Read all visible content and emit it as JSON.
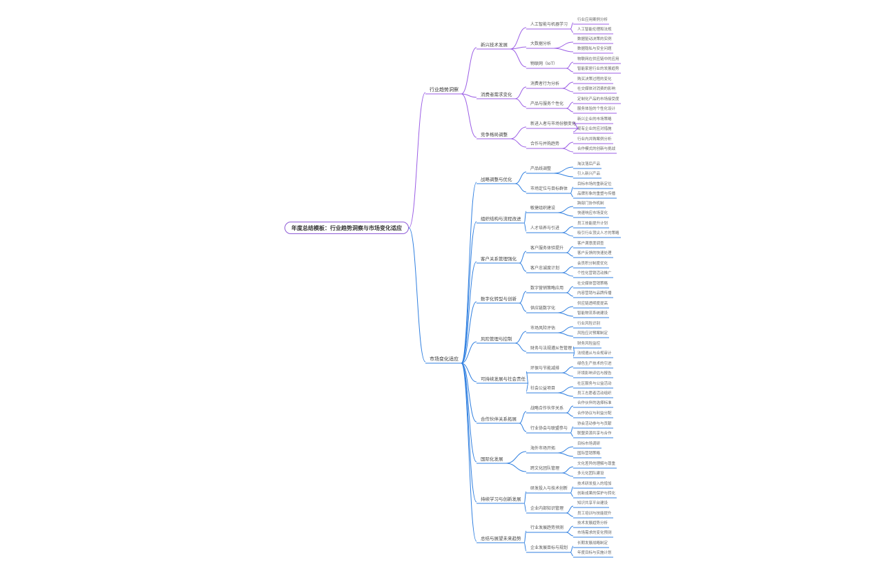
{
  "root": "年度总结模板：行业趋势洞察与市场变化适应",
  "colors": {
    "purple": "#9b5de5",
    "blue": "#2f7fe0"
  },
  "branches": [
    {
      "label": "行业趋势洞察",
      "color": "purple",
      "children": [
        {
          "label": "新兴技术发展",
          "children": [
            {
              "label": "人工智能与机器学习",
              "children": [
                "行业应用案例分析",
                "人工智能伦理和法规"
              ]
            },
            {
              "label": "大数据分析",
              "children": [
                "数据驱动决策的实例",
                "数据隐私与安全问题"
              ]
            },
            {
              "label": "物联网（IoT）",
              "children": [
                "物联网在供应链中的应用",
                "智能家居行业的发展趋势"
              ]
            }
          ]
        },
        {
          "label": "消费者需求变化",
          "children": [
            {
              "label": "消费者行为分析",
              "children": [
                "购买决策过程的变化",
                "社交媒体对消费的影响"
              ]
            },
            {
              "label": "产品与服务个性化",
              "children": [
                "定制化产品的市场接受度",
                "服务体验的个性化设计"
              ]
            }
          ]
        },
        {
          "label": "竞争格局调整",
          "children": [
            {
              "label": "新进入者与市场份额变化",
              "children": [
                "新兴企业的市场策略",
                "现有企业的应对措施"
              ]
            },
            {
              "label": "合作与并购趋势",
              "children": [
                "行业内并购案例分析",
                "合作模式的创新与挑战"
              ]
            }
          ]
        }
      ]
    },
    {
      "label": "市场变化适应",
      "color": "blue",
      "children": [
        {
          "label": "战略调整与优化",
          "children": [
            {
              "label": "产品线调整",
              "children": [
                "淘汰落后产品",
                "引入新兴产品"
              ]
            },
            {
              "label": "市场定位与目标群体",
              "children": [
                "目标市场的重新定位",
                "品牌形象的重塑与传播"
              ]
            }
          ]
        },
        {
          "label": "组织结构与流程改进",
          "children": [
            {
              "label": "敏捷组织建设",
              "children": [
                "跨部门协作机制",
                "快速响应市场变化"
              ]
            },
            {
              "label": "人才培养与引进",
              "children": [
                "员工技能提升计划",
                "吸引行业顶尖人才的策略"
              ]
            }
          ]
        },
        {
          "label": "客户关系管理强化",
          "children": [
            {
              "label": "客户服务体验提升",
              "children": [
                "客户满意度调查",
                "客户反馈的快速处理"
              ]
            },
            {
              "label": "客户忠诚度计划",
              "children": [
                "会员积分制度优化",
                "个性化营销活动推广"
              ]
            }
          ]
        },
        {
          "label": "数字化转型与创新",
          "children": [
            {
              "label": "数字营销策略应用",
              "children": [
                "社交媒体营销策略",
                "内容营销与品牌传播"
              ]
            },
            {
              "label": "供应链数字化",
              "children": [
                "供应链透明度提高",
                "智能物流系统建设"
              ]
            }
          ]
        },
        {
          "label": "风险管理与控制",
          "children": [
            {
              "label": "市场风险评估",
              "children": [
                "行业风险识别",
                "风险应对预案制定"
              ]
            },
            {
              "label": "财务与法规遵从性管理",
              "children": [
                "财务风险监控",
                "法规遵从与合规审计"
              ]
            }
          ]
        },
        {
          "label": "可持续发展与社会责任",
          "children": [
            {
              "label": "环保与节能减排",
              "children": [
                "绿色生产技术的引进",
                "环境影响评估与报告"
              ]
            },
            {
              "label": "社会公益项目",
              "children": [
                "社区服务与公益活动",
                "员工志愿者活动组织"
              ]
            }
          ]
        },
        {
          "label": "合作伙伴关系拓展",
          "children": [
            {
              "label": "战略合作伙伴关系",
              "children": [
                "合作伙伴的选择标准",
                "合作协议与利益分配"
              ]
            },
            {
              "label": "行业协会与联盟参与",
              "children": [
                "协会活动参与与贡献",
                "联盟资源共享与合作"
              ]
            }
          ]
        },
        {
          "label": "国际化发展",
          "children": [
            {
              "label": "海外市场开拓",
              "children": [
                "目标市场调研",
                "国际营销策略"
              ]
            },
            {
              "label": "跨文化团队管理",
              "children": [
                "文化差异的理解与尊重",
                "多元化团队建设"
              ]
            }
          ]
        },
        {
          "label": "持续学习与创新发展",
          "children": [
            {
              "label": "研发投入与技术创新",
              "children": [
                "技术研发投入的增加",
                "创新成果的保护与转化"
              ]
            },
            {
              "label": "企业内部知识管理",
              "children": [
                "知识共享平台建设",
                "员工培训与技能提升"
              ]
            }
          ]
        },
        {
          "label": "总结与展望未来趋势",
          "children": [
            {
              "label": "行业发展趋势预测",
              "children": [
                "技术发展趋势分析",
                "市场需求的变化预测"
              ]
            },
            {
              "label": "企业发展目标与规划",
              "children": [
                "长期发展战略制定",
                "年度目标与实施计划"
              ]
            }
          ]
        }
      ]
    }
  ]
}
